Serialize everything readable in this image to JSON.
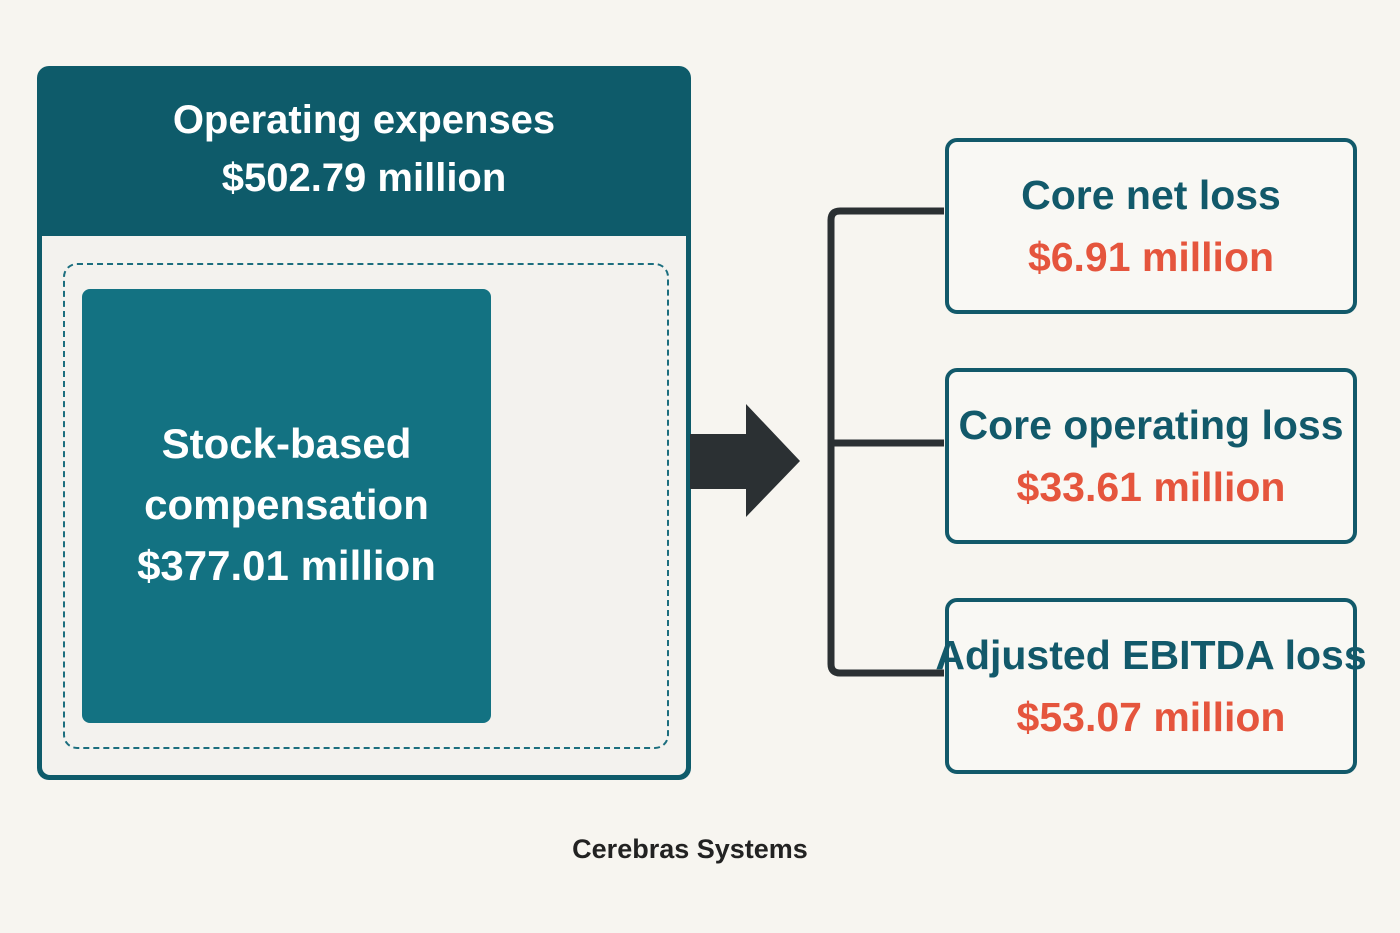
{
  "colors": {
    "background": "#f7f5f0",
    "primary_teal": "#0e5b6a",
    "box_teal": "#137282",
    "accent_red": "#e5553d",
    "connector": "#2b3033"
  },
  "operating_expenses": {
    "label": "Operating expenses",
    "value": "$502.79 million"
  },
  "stock_based_compensation": {
    "line1": "Stock-based",
    "line2": "compensation",
    "value": "$377.01 million"
  },
  "metrics": [
    {
      "label": "Core net loss",
      "value": "$6.91 million"
    },
    {
      "label": "Core operating loss",
      "value": "$33.61 million"
    },
    {
      "label": "Adjusted EBITDA loss",
      "value": "$53.07 million"
    }
  ],
  "footer": {
    "company": "Cerebras Systems"
  }
}
